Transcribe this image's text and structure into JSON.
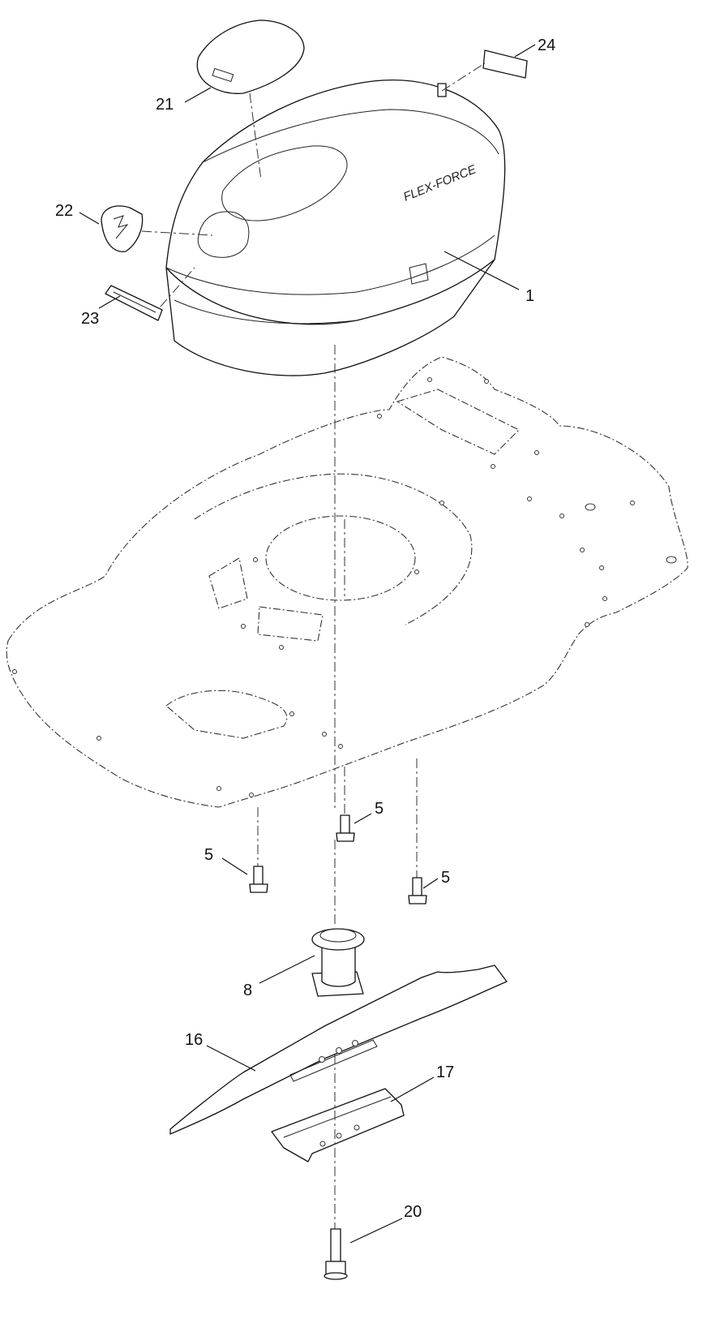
{
  "brand_text": "FLEX-FORCE",
  "callouts": {
    "c1": "1",
    "c5a": "5",
    "c5b": "5",
    "c5c": "5",
    "c8": "8",
    "c16": "16",
    "c17": "17",
    "c20": "20",
    "c21": "21",
    "c22": "22",
    "c23": "23",
    "c24": "24"
  }
}
